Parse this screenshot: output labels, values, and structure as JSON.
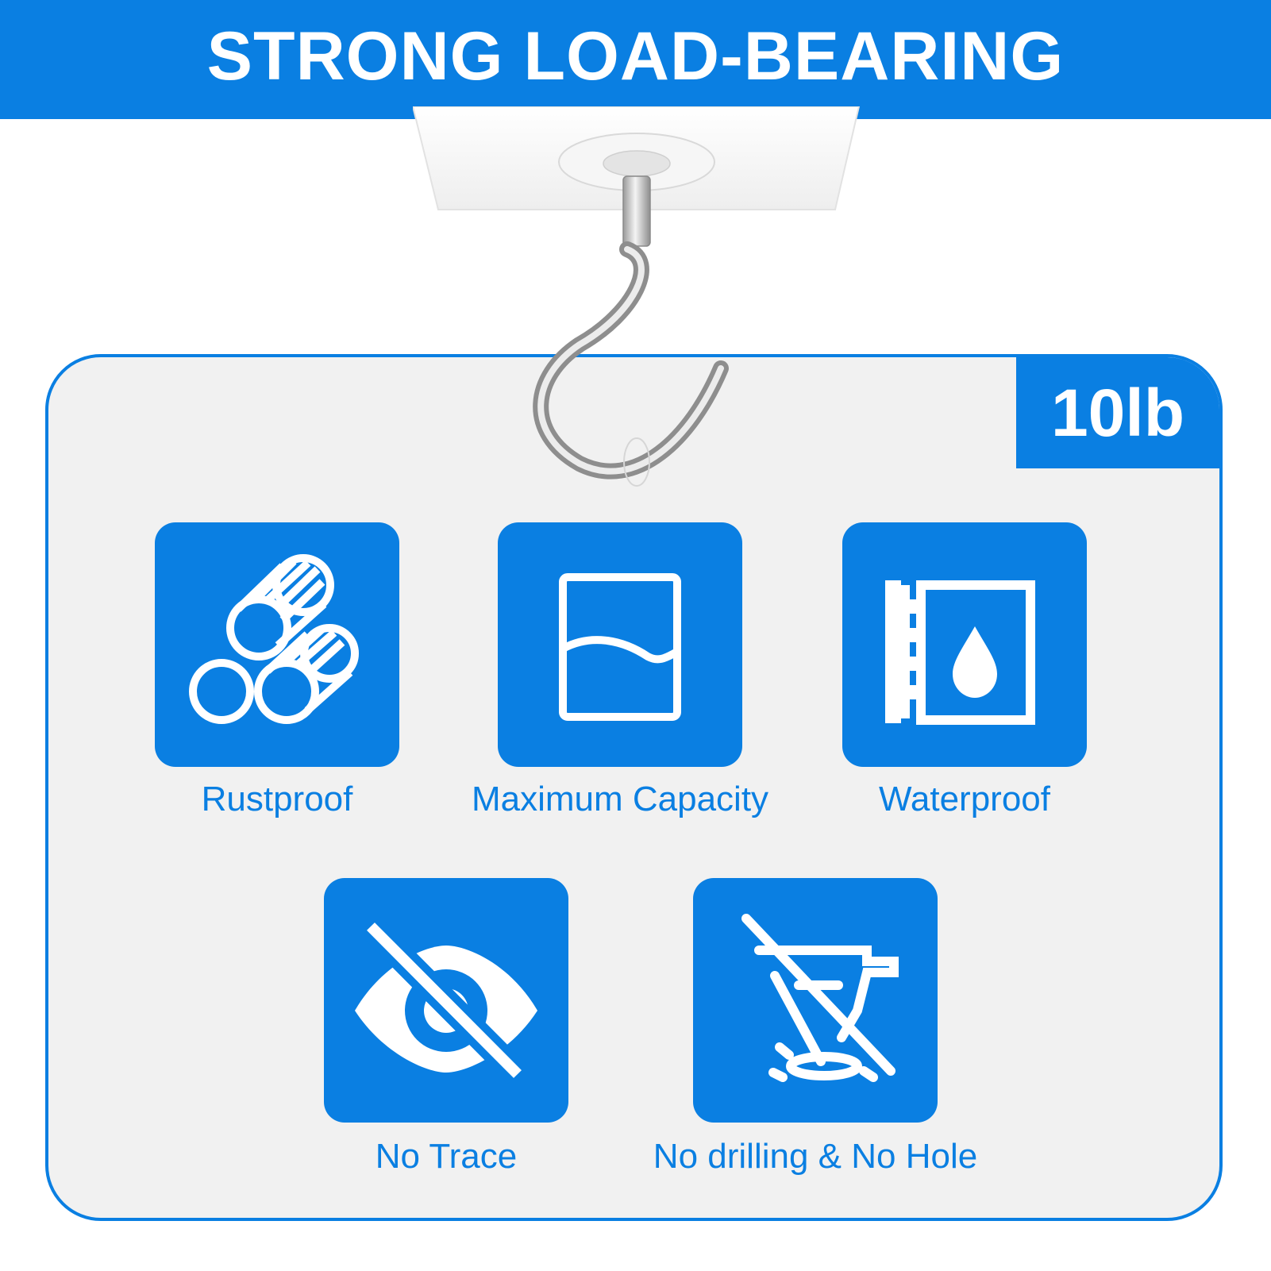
{
  "theme": {
    "accent": "#0a7fe2",
    "panel_bg": "#f1f1f1"
  },
  "header": {
    "title": "STRONG LOAD-BEARING"
  },
  "badge": {
    "capacity": "10lb"
  },
  "features": [
    {
      "label": "Rustproof",
      "icon": "steel-pipes-icon"
    },
    {
      "label": "Maximum Capacity",
      "icon": "capacity-gauge-icon"
    },
    {
      "label": "Waterproof",
      "icon": "water-drop-icon"
    },
    {
      "label": "No Trace",
      "icon": "eye-slash-icon"
    },
    {
      "label": "No drilling & No Hole",
      "icon": "no-drill-icon"
    }
  ]
}
